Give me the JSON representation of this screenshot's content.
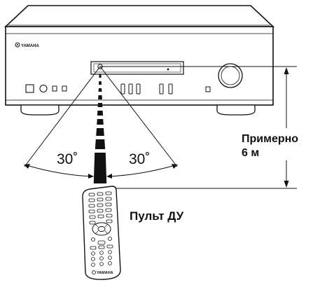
{
  "device": {
    "brand_label": "YAMAHA"
  },
  "remote": {
    "label": "Пульт ДУ",
    "brand_label": "YAMAHA"
  },
  "angles": {
    "left": "30˚",
    "right": "30˚"
  },
  "distance": {
    "line1": "Примерно",
    "line2": "6 м"
  }
}
